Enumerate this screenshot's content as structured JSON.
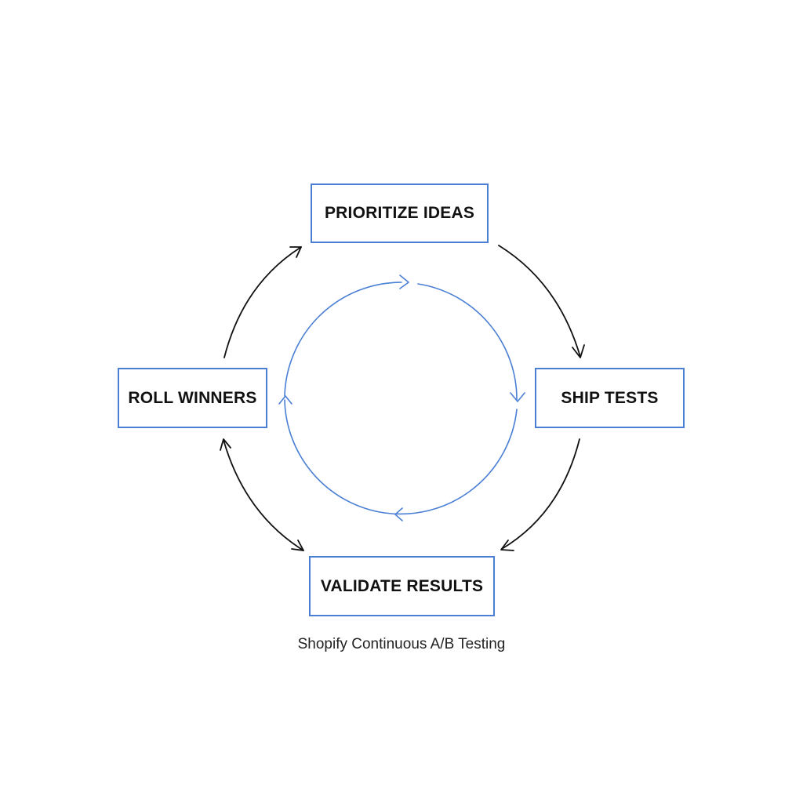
{
  "diagram": {
    "nodes": [
      {
        "id": "prioritize",
        "label": "PRIORITIZE IDEAS"
      },
      {
        "id": "ship",
        "label": "SHIP TESTS"
      },
      {
        "id": "validate",
        "label": "VALIDATE RESULTS"
      },
      {
        "id": "roll",
        "label": "ROLL WINNERS"
      }
    ],
    "edges": [
      {
        "from": "prioritize",
        "to": "ship"
      },
      {
        "from": "ship",
        "to": "validate"
      },
      {
        "from": "validate",
        "to": "roll"
      },
      {
        "from": "roll",
        "to": "validate"
      },
      {
        "from": "roll",
        "to": "prioritize"
      }
    ],
    "caption": "Shopify Continuous A/B Testing",
    "colors": {
      "node_border": "#4a7fd4",
      "inner_cycle": "#4a7fd4",
      "outer_arrows": "#111111",
      "text": "#111111"
    }
  }
}
